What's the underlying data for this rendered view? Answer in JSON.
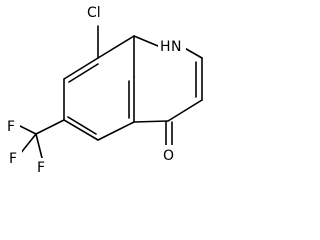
{
  "molecule": {
    "atoms": {
      "chlorine": "Cl",
      "nitrogen_h": "H",
      "nitrogen": "N",
      "oxygen": "O",
      "fluorine_1": "F",
      "fluorine_2": "F",
      "fluorine_3": "F"
    }
  }
}
